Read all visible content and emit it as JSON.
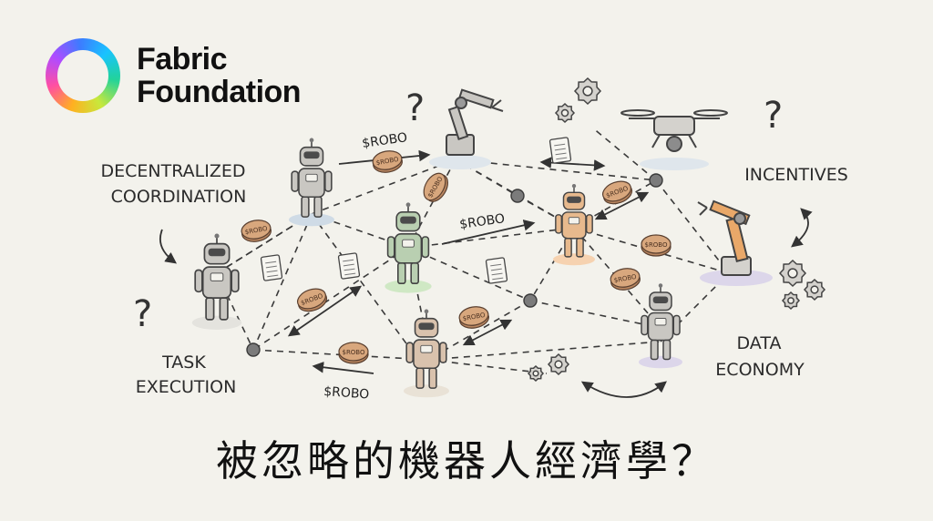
{
  "brand": {
    "line1": "Fabric",
    "line2": "Foundation"
  },
  "labels": {
    "decentralized_1": "DECENTRALIZED",
    "decentralized_2": "COORDINATION",
    "incentives": "INCENTIVES",
    "task_1": "TASK",
    "task_2": "EXECUTION",
    "data_1": "DATA",
    "data_2": "ECONOMY"
  },
  "token": "$ROBO",
  "coin_text": "$ROBO",
  "question_mark": "?",
  "title": "被忽略的機器人經濟學？",
  "colors": {
    "background": "#f3f2ec",
    "line": "#3a3a3a",
    "robot_body": "#c9c7c2",
    "robot_green_glow": "#cfe8c4",
    "robot_orange_glow": "#f6d2b0",
    "robot_blue_glow": "#cfdbe6",
    "robot_purple_glow": "#dcd6ea",
    "coin": "#d8a77d"
  }
}
